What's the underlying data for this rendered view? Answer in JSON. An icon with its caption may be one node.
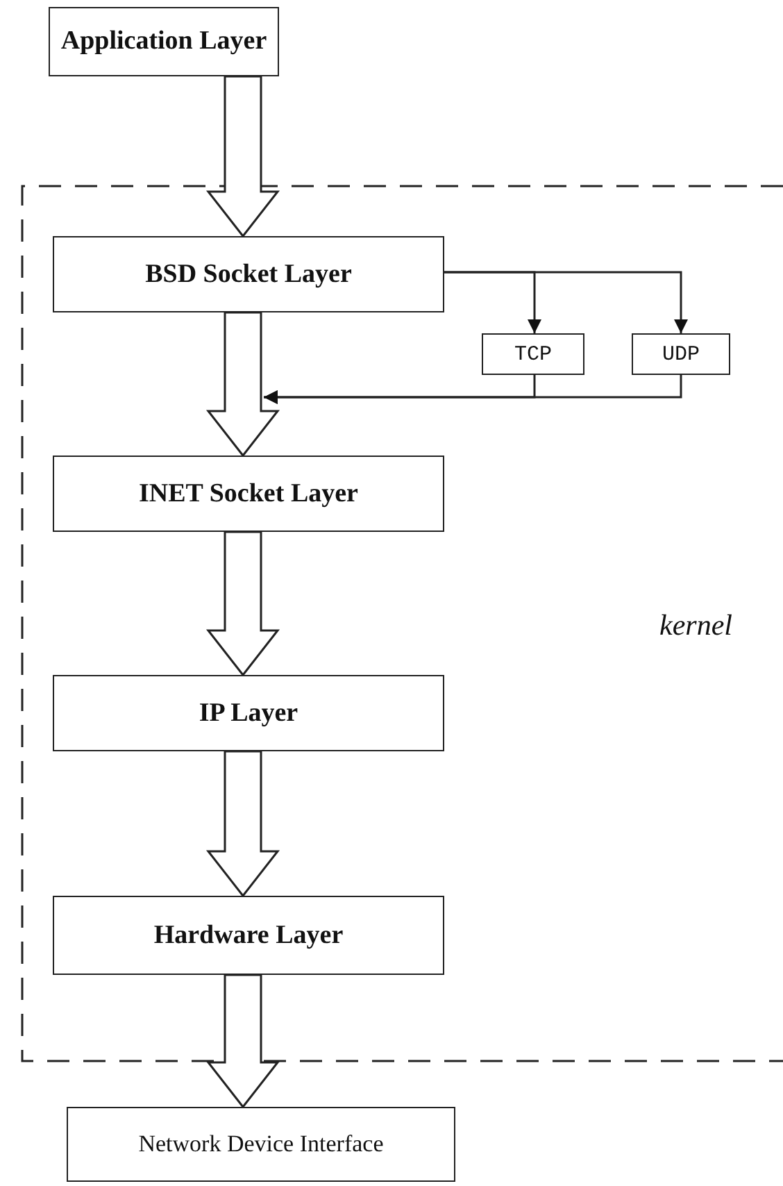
{
  "diagram": {
    "nodes": [
      {
        "text": [
          "Application Layer"
        ]
      },
      {
        "text": [
          "kernel"
        ]
      },
      {
        "text": [
          "BSD Socket Layer"
        ],
        "in": 1
      },
      {
        "text": [
          "TCP"
        ],
        "in": 1
      },
      {
        "text": [
          "UDP"
        ],
        "in": 1
      },
      {
        "text": [
          "INET Socket Layer"
        ],
        "in": 1
      },
      {
        "text": [
          "IP Layer"
        ],
        "in": 1
      },
      {
        "text": [
          "Hardware Layer"
        ],
        "in": 1
      },
      {
        "text": [
          "Network Device Interface"
        ]
      }
    ],
    "edges": [
      {
        "from": 0,
        "to": 2,
        "arrow": "to",
        "style": "thick"
      },
      {
        "from": 2,
        "to": 3,
        "arrow": "to"
      },
      {
        "from": 2,
        "to": 4,
        "arrow": "to"
      },
      {
        "from": 2,
        "to": 5,
        "arrow": "to",
        "style": "thick"
      },
      {
        "from": 3,
        "to": 5,
        "arrow": "to"
      },
      {
        "from": 4,
        "to": 5,
        "arrow": "to"
      },
      {
        "from": 5,
        "to": 6,
        "arrow": "to",
        "style": "thick"
      },
      {
        "from": 6,
        "to": 7,
        "arrow": "to",
        "style": "thick"
      },
      {
        "from": 7,
        "to": 8,
        "arrow": "to",
        "style": "thick"
      }
    ]
  }
}
